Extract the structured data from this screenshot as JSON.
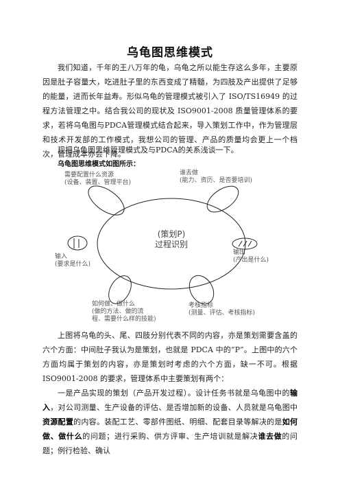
{
  "title": "乌龟图思维模式",
  "intro": "我们知道，千年的王八万年的龟，乌龟之所以能生存这么多年，主要原因是肚子容量大，吃进肚子里的东西变成了精髓，为四肢及产出提供了足够的能量，进而长年益寿。形似乌龟的管理模式被引入了 ISO/TS16949 的过程方法管理之中。结合我公司的现状及 ISO9001-2008 质量管理体系的要求，若将乌龟图与PDCA管理模式结合起来，导入策划工作中，作为管理层和技术开发部的工作模式，我想公司的管理、产品的质量均会更上一个档次，管理成本亦会下降。",
  "intro2": "现把乌龟图思维管理模式及与PDCA的关系浅谈一下。",
  "caption": "乌龟图思维模式如图所示：",
  "diagram": {
    "center_line1": "(策划P)",
    "center_line2": "过程识别",
    "top_left_line1": "需要配置什么资源",
    "top_left_line2": "(设备、装置、管理平台)",
    "top_right_line1": "谁去做",
    "top_right_line2": "(能力、资历、是否要培训)",
    "left_line1": "输入",
    "left_line2": "(要求是什么)",
    "right_line1": "输出",
    "right_line2": "(产出是什么)",
    "bottom_left_line1": "如何做、做什么",
    "bottom_left_line2": "(做的方法、做的流",
    "bottom_left_line3": "程、需要什么样的技能)",
    "bottom_right_line1": "考核指标",
    "bottom_right_line2": "(测量、评估、考核指标)"
  },
  "para3": "上图将乌龟的头、尾、四肢分别代表不同的内容，亦是策划需要含盖的六个方面：中间肚子我认为是策划，也就是 PDCA 中的“P”。上图中的六个方面均属于策划的内容，亦是策划时考虑的六个方面，缺一不可。根据 ISO9001-2008 的要求，管理体系中主要策划有两个：",
  "para4": {
    "t1": "一是产品实现的策划（产品开发过程）。设计任务书就是乌龟图中的",
    "b1": "输入",
    "t2": "，对公司测量、生产设备的评估、是否增加新的设备、人员就是乌龟图中",
    "b2": "资源配置",
    "t3": "的内容。装配工艺、零部件图纸、明细、配套目录等解决的是",
    "b3": "如何做、做什么",
    "t4": "的问题；进行采购、供方评审、生产培训就是解决",
    "b4": "谁去做",
    "t5": "的问题；例行检验、确认"
  }
}
